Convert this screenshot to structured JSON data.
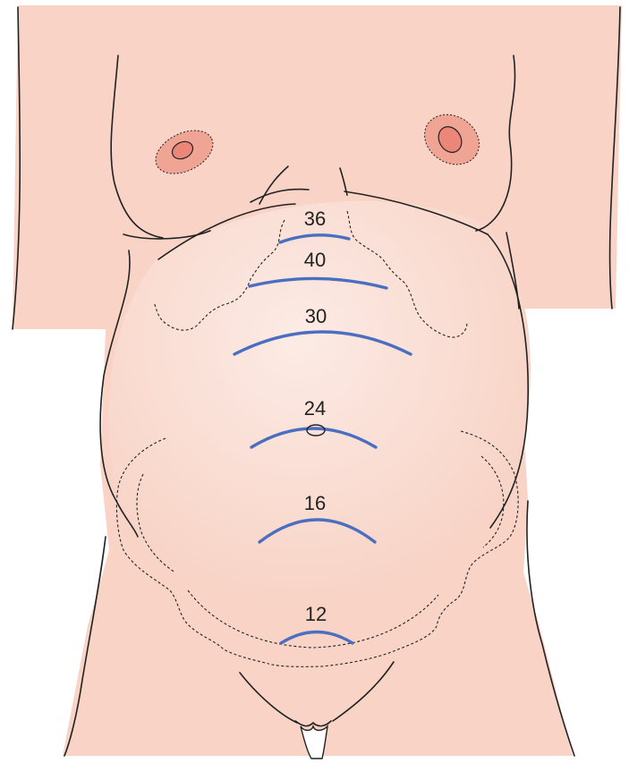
{
  "diagram": {
    "colors": {
      "skin": "#f8d3c6",
      "belly_highlight": "#fcebe5",
      "areola": "#f0a493",
      "nipple": "#ec8679",
      "outline": "#222222",
      "fundal_line": "#4a6fc1"
    },
    "fundal_heights": [
      {
        "week": "36"
      },
      {
        "week": "40"
      },
      {
        "week": "30"
      },
      {
        "week": "24"
      },
      {
        "week": "16"
      },
      {
        "week": "12"
      }
    ]
  }
}
